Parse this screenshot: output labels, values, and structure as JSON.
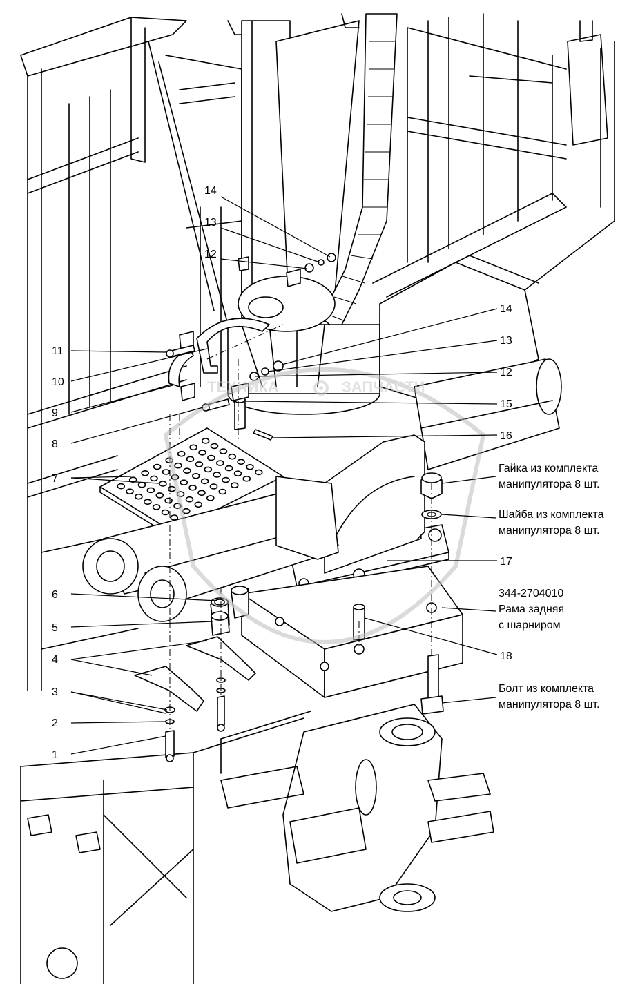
{
  "callouts": [
    {
      "n": "14"
    },
    {
      "n": "13"
    },
    {
      "n": "12"
    },
    {
      "n": "11"
    },
    {
      "n": "10"
    },
    {
      "n": "9"
    },
    {
      "n": "8"
    },
    {
      "n": "7"
    },
    {
      "n": "6"
    },
    {
      "n": "5"
    },
    {
      "n": "4"
    },
    {
      "n": "3"
    },
    {
      "n": "2"
    },
    {
      "n": "1"
    },
    {
      "n": "14"
    },
    {
      "n": "13"
    },
    {
      "n": "12"
    },
    {
      "n": "15"
    },
    {
      "n": "16"
    },
    {
      "n": "17"
    },
    {
      "n": "18"
    }
  ],
  "notes": {
    "nut": [
      "Гайка из комплекта",
      "манипулятора 8 шт."
    ],
    "washer": [
      "Шайба из комплекта",
      "манипулятора 8 шт."
    ],
    "frame": [
      "344-2704010",
      "Рама задняя",
      "с шарниром"
    ],
    "bolt": [
      "Болт из комплекта",
      "манипулятора 8 шт."
    ]
  },
  "watermark": {
    "left": "ТЕХНИКА",
    "right": "ЗАПЧАСТИ",
    "gear_icon": "gear-icon"
  }
}
